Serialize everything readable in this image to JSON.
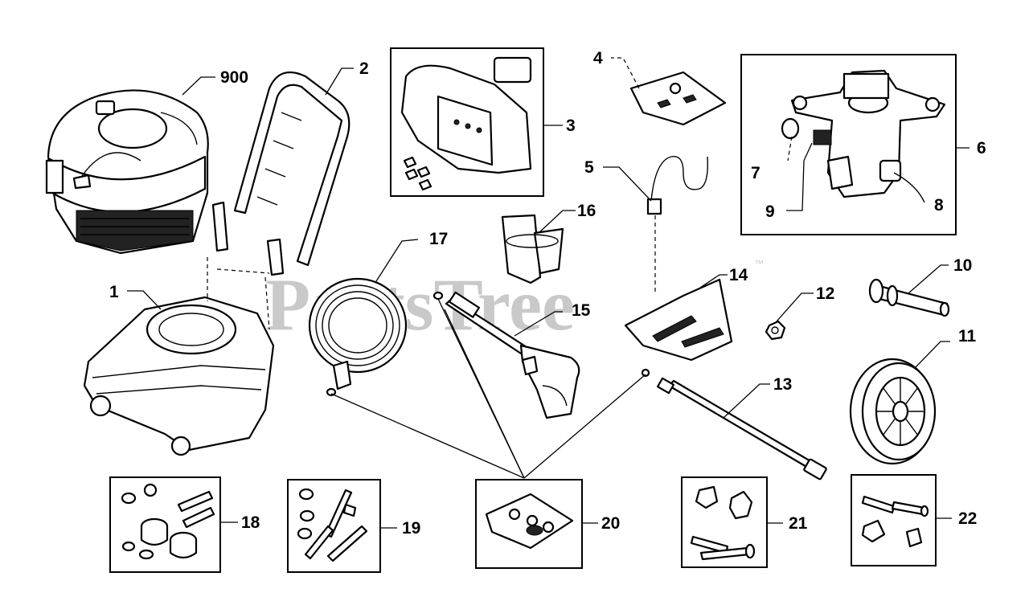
{
  "watermark": {
    "text": "PartsTree",
    "trademark": "™"
  },
  "labels": {
    "p900": "900",
    "p1": "1",
    "p2": "2",
    "p3": "3",
    "p4": "4",
    "p5": "5",
    "p6": "6",
    "p7": "7",
    "p8": "8",
    "p9": "9",
    "p10": "10",
    "p11": "11",
    "p12": "12",
    "p13": "13",
    "p14": "14",
    "p15": "15",
    "p16": "16",
    "p17": "17",
    "p18": "18",
    "p19": "19",
    "p20": "20",
    "p21": "21",
    "p22": "22"
  }
}
